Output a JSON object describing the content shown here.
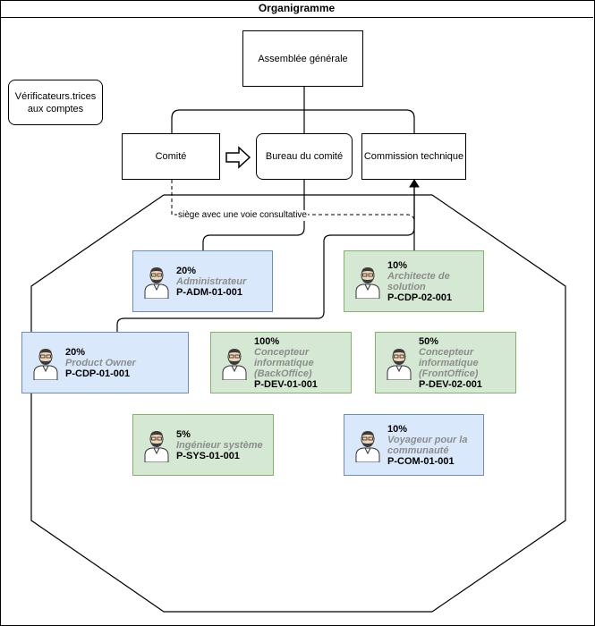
{
  "title": "Organigramme",
  "boxes": {
    "assemblee": "Assemblée générale",
    "verificateurs": "Vérificateurs.trices aux comptes",
    "comite": "Comité",
    "bureau": "Bureau du comité",
    "commission": "Commission technique"
  },
  "edge_label": "siège avec une voie consultative",
  "cards": [
    {
      "pct": "20%",
      "role": "Administrateur",
      "code": "P-ADM-01-001",
      "color": "#dae8fc"
    },
    {
      "pct": "10%",
      "role": "Architecte de solution",
      "code": "P-CDP-02-001",
      "color": "#d5e8d4"
    },
    {
      "pct": "20%",
      "role": "Product Owner",
      "code": "P-CDP-01-001",
      "color": "#dae8fc"
    },
    {
      "pct": "100%",
      "role": "Concepteur informatique (BackOffice)",
      "code": "P-DEV-01-001",
      "color": "#d5e8d4"
    },
    {
      "pct": "50%",
      "role": "Concepteur informatique (FrontOffice)",
      "code": "P-DEV-02-001",
      "color": "#d5e8d4"
    },
    {
      "pct": "5%",
      "role": "Ingénieur système",
      "code": "P-SYS-01-001",
      "color": "#d5e8d4"
    },
    {
      "pct": "10%",
      "role": "Voyageur pour la communauté",
      "code": "P-COM-01-001",
      "color": "#dae8fc"
    }
  ],
  "icons": {
    "person": "person-avatar-icon",
    "arrow": "block-arrow-right-icon"
  }
}
